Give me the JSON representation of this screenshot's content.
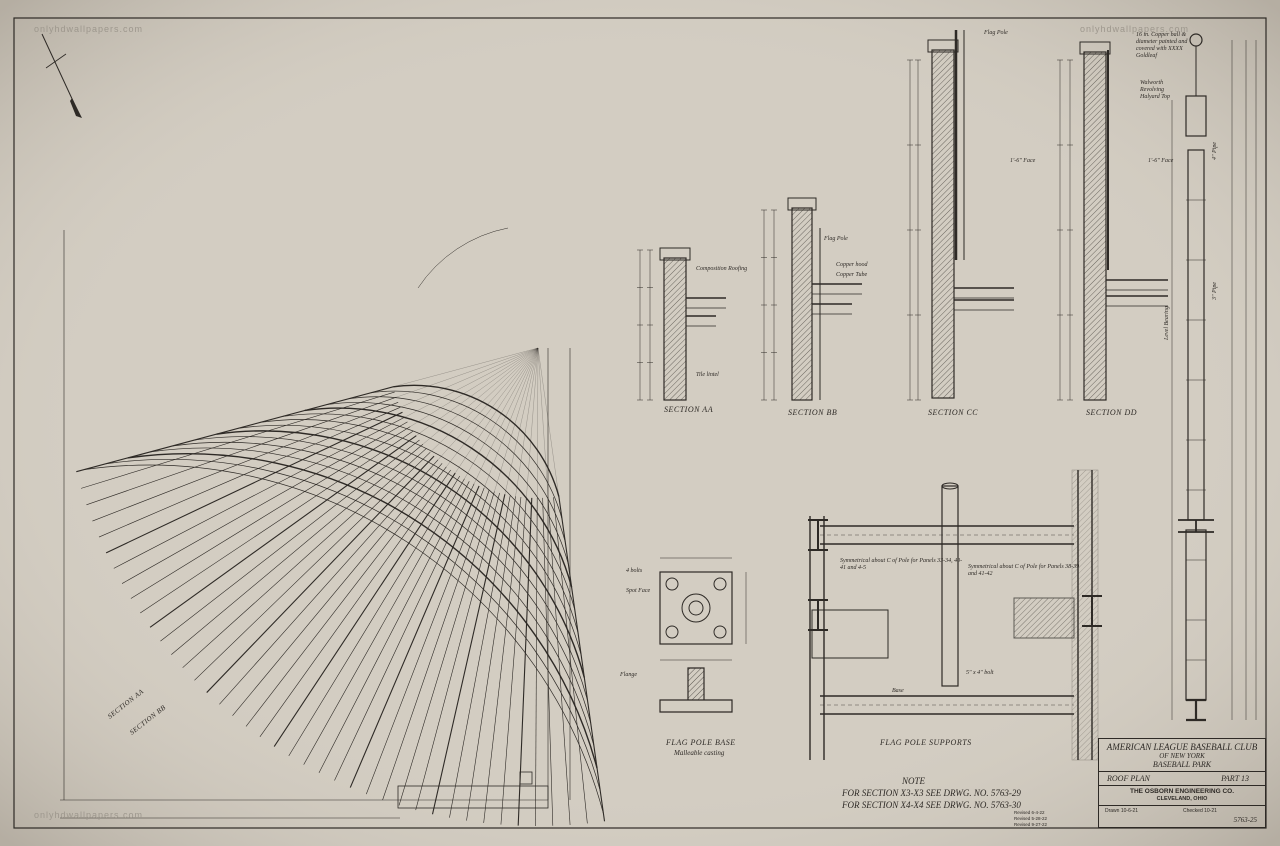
{
  "watermarks": [
    "onlyhdwallpapers.com",
    "onlyhdwallpapers.com",
    "onlyhdwallpapers.com"
  ],
  "sections": {
    "aa": "SECTION AA",
    "bb": "SECTION BB",
    "cc": "SECTION CC",
    "dd": "SECTION DD"
  },
  "callouts": {
    "flag_pole": "Flag Pole",
    "flag_pole_dd": "Flag Pole",
    "copper_ball": "16 in. Copper ball & diameter painted and covered with XXXX Goldleaf",
    "walworth": "Walworth Revolving Halyard Top",
    "composition_roofing": "Composition Roofing",
    "copper_hood": "Copper hood",
    "copper_tube": "Copper Tube",
    "tile_lintel": "Tile lintel",
    "face": "1'-6\" Face",
    "pipe_3": "3\" Pipe",
    "pipe_4": "4\" Pipe",
    "level_bearing": "Level Bearing",
    "symmetrical_1": "Symmetrical about C of Pole for Panels 33-34, 40-41 and 4-5",
    "symmetrical_2": "Symmetrical about C of Pole for Panels 38-39 and 41-42",
    "bolts": "4 bolts",
    "spot_face": "Spot Face",
    "flange": "Flange",
    "base": "Base",
    "bolt_ends": "5\" x 4\" bolt"
  },
  "flag_pole_base": {
    "title": "FLAG POLE BASE",
    "subtitle": "Malleable casting"
  },
  "flag_pole_supports": "FLAG POLE SUPPORTS",
  "note": {
    "heading": "NOTE",
    "line1": "FOR SECTION X3-X3 SEE DRWG. NO. 5763-29",
    "line2": "FOR SECTION X4-X4 SEE DRWG. NO. 5763-30"
  },
  "title_block": {
    "line1": "AMERICAN LEAGUE BASEBALL CLUB",
    "line2": "OF NEW YORK",
    "line3": "BASEBALL PARK",
    "line4": "ROOF PLAN",
    "part": "PART 13",
    "company": "THE OSBORN ENGINEERING CO.",
    "city": "CLEVELAND, OHIO",
    "drawing_no": "5763-25",
    "drawn": "Drawn 10-6-21",
    "checked": "Checked 10-21"
  },
  "revisions": [
    "Revised 6-4-22",
    "Revised 5-28-22",
    "Revised 9-27-22"
  ],
  "plan_labels": {
    "section_aa": "SECTION AA",
    "section_bb": "SECTION BB"
  },
  "colors": {
    "paper": "#d3cdc2",
    "ink": "#2e2a26"
  }
}
